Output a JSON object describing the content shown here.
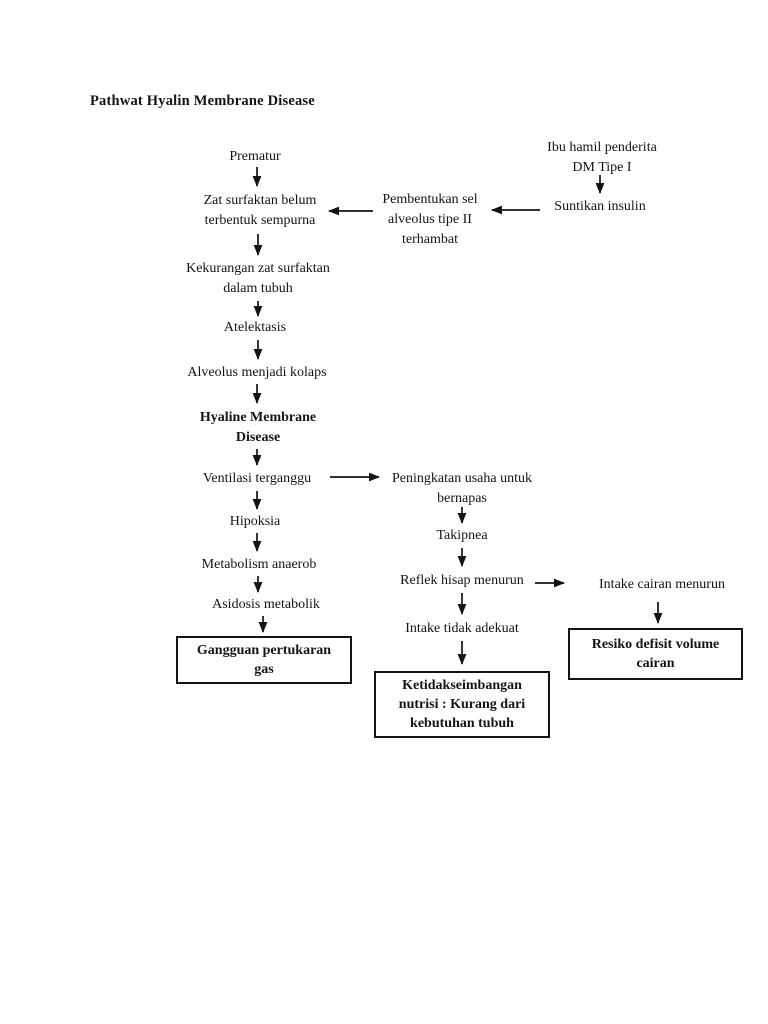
{
  "page": {
    "title": "Pathwat Hyalin Membrane Disease",
    "background_color": "#ffffff",
    "text_color": "#141414"
  },
  "diagram": {
    "nodes": {
      "prematur": {
        "label": "Prematur"
      },
      "ibu_hamil": {
        "label": "Ibu hamil penderita\nDM Tipe I"
      },
      "suntikan_insulin": {
        "label": "Suntikan insulin"
      },
      "pembentukan_sel": {
        "label": "Pembentukan sel\nalveolus tipe II\nterhambat"
      },
      "zat_surfaktan": {
        "label": "Zat surfaktan belum\nterbentuk sempurna"
      },
      "kekurangan_zat": {
        "label": "Kekurangan zat surfaktan\ndalam tubuh"
      },
      "atelektasis": {
        "label": "Atelektasis"
      },
      "alveolus_kolaps": {
        "label": "Alveolus menjadi kolaps"
      },
      "hyaline_membrane_disease": {
        "label": "Hyaline Membrane\nDisease"
      },
      "ventilasi_terganggu": {
        "label": "Ventilasi terganggu"
      },
      "peningkatan_usaha": {
        "label": "Peningkatan usaha untuk\nbernapas"
      },
      "hipoksia": {
        "label": "Hipoksia"
      },
      "metabolism_anaerob": {
        "label": "Metabolism anaerob"
      },
      "asidosis_metabolik": {
        "label": "Asidosis metabolik"
      },
      "takipnea": {
        "label": "Takipnea"
      },
      "reflek_hisap_menurun": {
        "label": "Reflek hisap menurun"
      },
      "intake_cairan_menurun": {
        "label": "Intake cairan menurun"
      },
      "intake_tidak_adekuat": {
        "label": "Intake tidak adekuat"
      },
      "gangguan_pertukaran_gas": {
        "label": "Gangguan pertukaran\ngas"
      },
      "resiko_defisit_volume_cairan": {
        "label": "Resiko defisit volume\ncairan"
      },
      "ketidakseimbangan_nutrisi": {
        "label": "Ketidakseimbangan\nnutrisi : Kurang dari\nkebutuhan tubuh"
      }
    }
  }
}
